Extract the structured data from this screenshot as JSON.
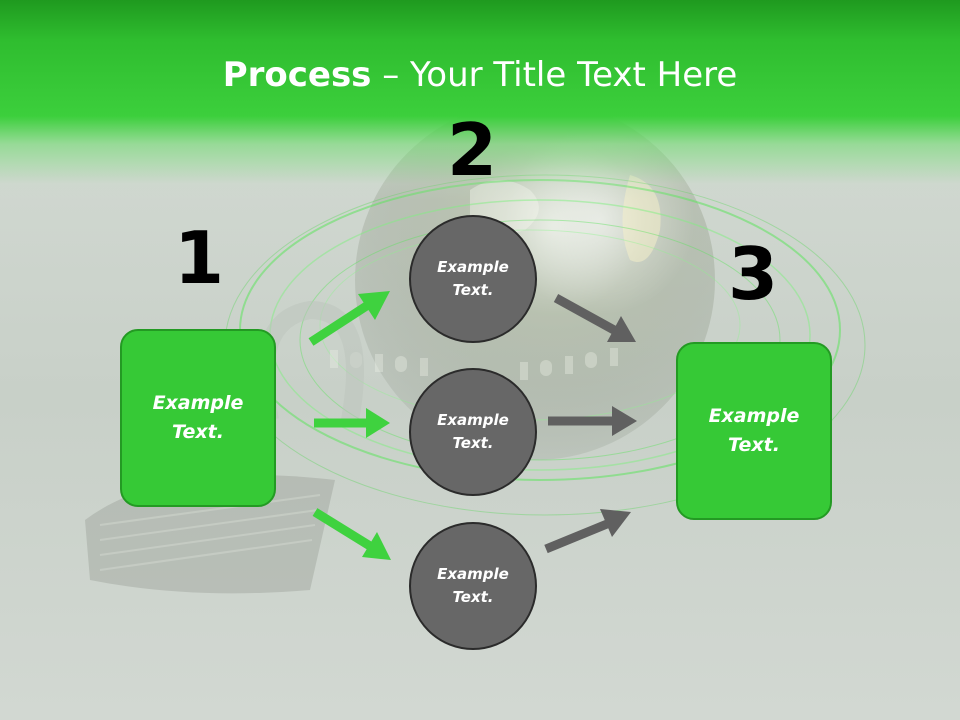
{
  "slide": {
    "title_bold": "Process",
    "title_rest": " – Your Title Text Here"
  },
  "steps": [
    {
      "number": "1",
      "text": "Example Text."
    },
    {
      "number": "2",
      "items": [
        "Example Text.",
        "Example Text.",
        "Example Text."
      ]
    },
    {
      "number": "3",
      "text": "Example Text."
    }
  ],
  "colors": {
    "accent_green": "#36c936",
    "header_green": "#2fbd2f",
    "circle_gray": "#676767",
    "arrow_green": "#3fd23f",
    "arrow_gray": "#606060"
  }
}
